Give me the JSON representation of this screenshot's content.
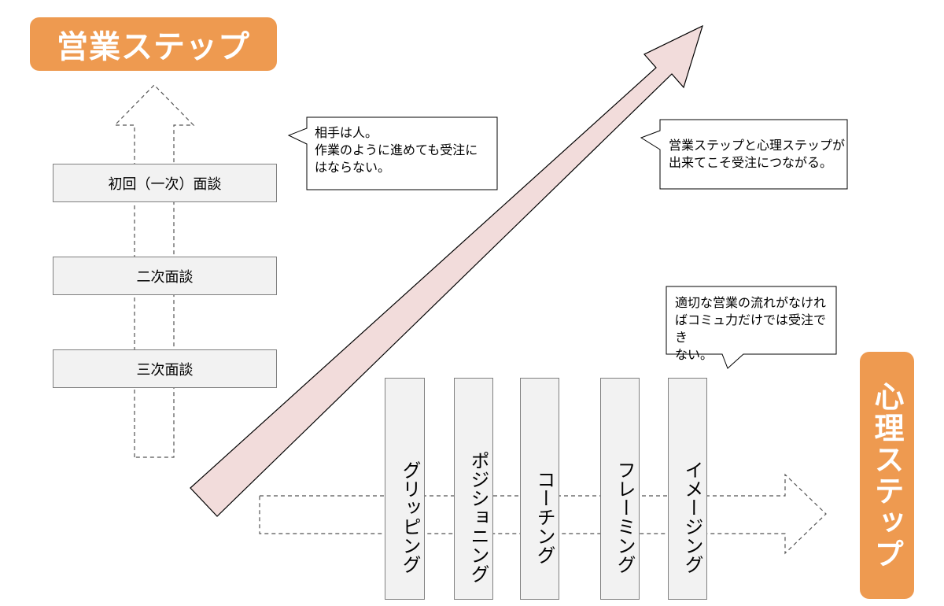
{
  "titles": {
    "sales_step": "営業ステップ",
    "psych_step": "心理ステップ"
  },
  "sales_steps": [
    "初回（一次）面談",
    "二次面談",
    "三次面談"
  ],
  "psych_steps": [
    "グリッピング",
    "ポジショニング",
    "コーチング",
    "フレーミング",
    "イメージング"
  ],
  "callouts": {
    "person": "相手は人。\n作業のように進めても受注に\nはならない。",
    "both": "営業ステップと心理ステップが\n出来てこそ受注につながる。",
    "flow": "適切な営業の流れがなけれ\nばコミュ力だけでは受注でき\nない。"
  },
  "colors": {
    "title_bg": "#ee9a50",
    "big_arrow_fill": "#f2dcdb",
    "box_fill": "#f2f2f2"
  }
}
